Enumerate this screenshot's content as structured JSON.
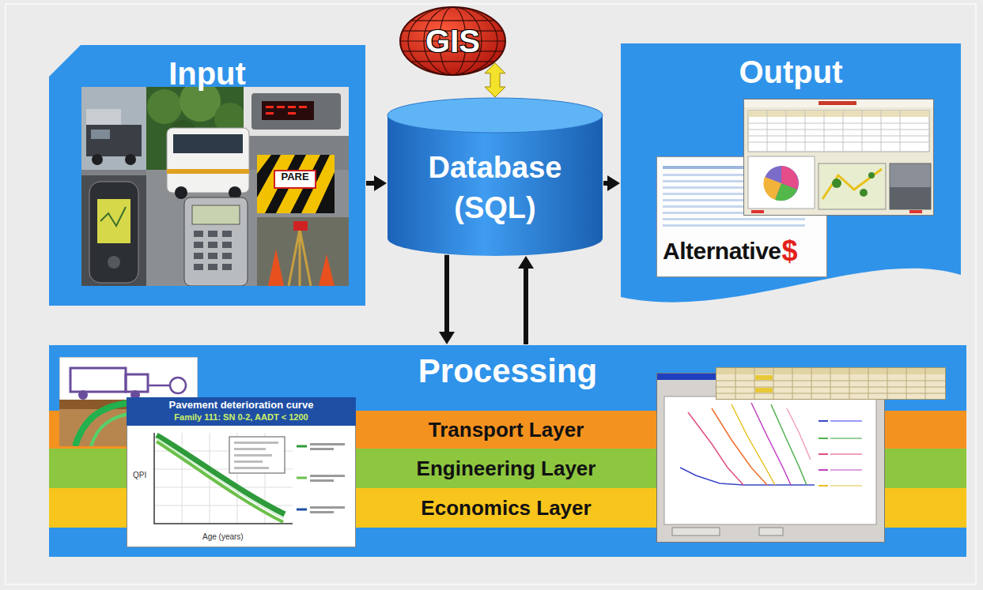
{
  "diagram": {
    "nodes": [
      {
        "text": [
          "GIS"
        ]
      },
      {
        "text": [
          "Input"
        ]
      },
      {
        "text": [
          "Database (SQL)"
        ]
      },
      {
        "text": [
          "Output"
        ]
      },
      {
        "text": [
          "Processing"
        ]
      },
      {
        "text": [
          "Transport Layer"
        ],
        "in": 4
      },
      {
        "text": [
          "Engineering Layer"
        ],
        "in": 4
      },
      {
        "text": [
          "Economics Layer"
        ],
        "in": 4
      }
    ],
    "edges": [
      {
        "from": 0,
        "to": 2,
        "arrow": "both"
      },
      {
        "from": 1,
        "to": 2,
        "arrow": "to"
      },
      {
        "from": 2,
        "to": 3,
        "arrow": "to"
      },
      {
        "from": 2,
        "to": 4,
        "arrow": "to"
      },
      {
        "from": 4,
        "to": 2,
        "arrow": "to"
      }
    ],
    "labels": [
      "PARE",
      "Alternative",
      "$",
      "Pavement deterioration curve",
      "Family 111: SN 0-2, AADT < 1200",
      "QPI",
      "Age (years)"
    ]
  }
}
